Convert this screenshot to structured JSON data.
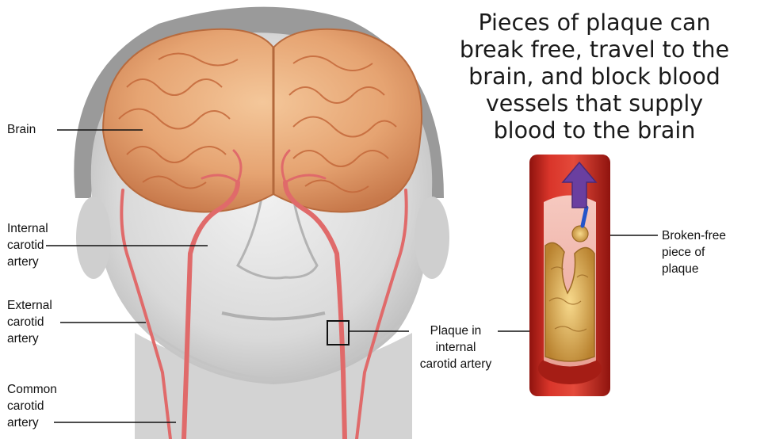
{
  "headline": {
    "lines": [
      "Pieces of plaque can",
      "break free, travel to the",
      "brain, and block blood",
      "vessels that supply",
      "blood to the brain"
    ]
  },
  "labels": {
    "brain": "Brain",
    "internal_carotid": [
      "Internal",
      "carotid",
      "artery"
    ],
    "external_carotid": [
      "External",
      "carotid",
      "artery"
    ],
    "common_carotid": [
      "Common",
      "carotid",
      "artery"
    ],
    "plaque_internal": [
      "Plaque in",
      "internal",
      "carotid artery"
    ],
    "broken_free": [
      "Broken-free",
      "piece of",
      "plaque"
    ]
  },
  "colors": {
    "artery": "#e06a6a",
    "vessel_wall": "#c0281e",
    "plaque": "#e8c46a",
    "arrow": "#6a3fa0",
    "brain": "#e9a975",
    "skin": "#dcdcdc"
  }
}
